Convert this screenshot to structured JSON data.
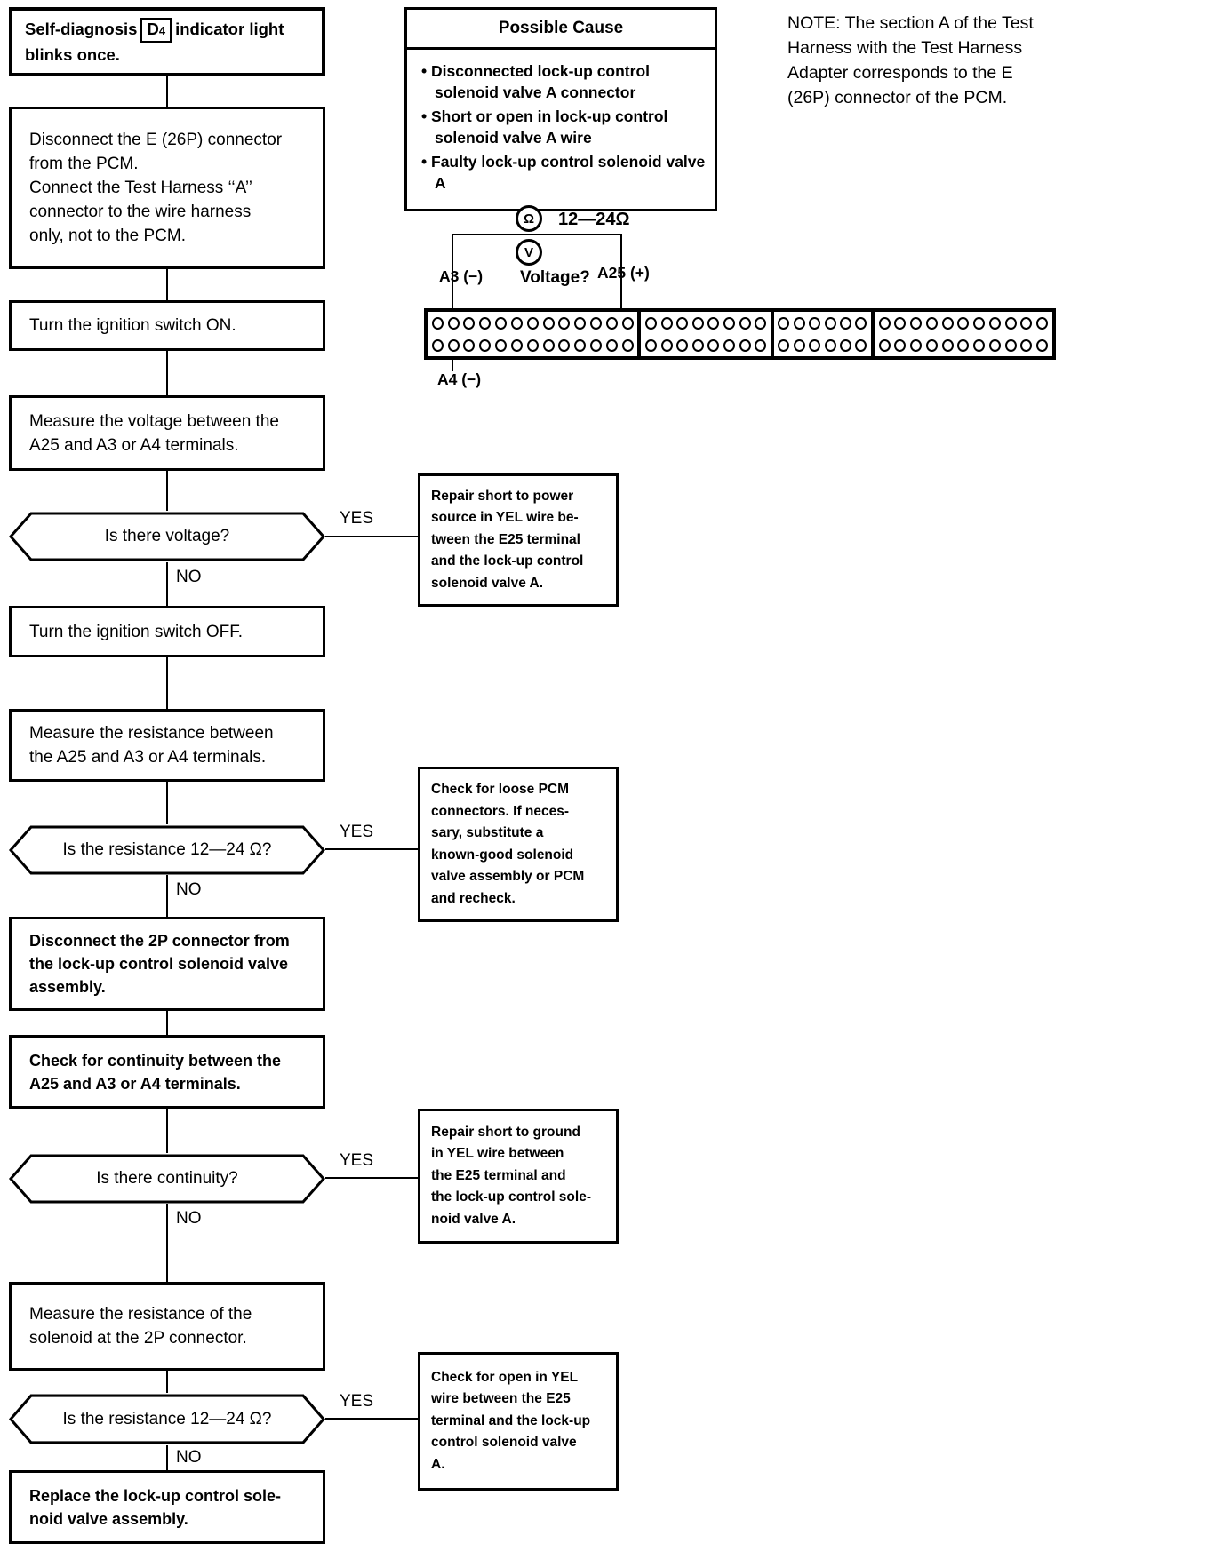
{
  "note_lines": [
    "NOTE:  The section A of the Test",
    "Harness with the Test Harness",
    "Adapter corresponds to the E",
    "(26P) connector of the PCM."
  ],
  "possible_cause": {
    "title": "Possible Cause",
    "items": [
      "Disconnected lock-up control solenoid valve A connector",
      "Short or open in lock-up control solenoid valve A wire",
      "Faulty lock-up control solenoid valve A"
    ]
  },
  "meter": {
    "ohm_symbol": "Ω",
    "volt_symbol": "V",
    "resistance_label": "12—24Ω",
    "voltage_label": "Voltage?",
    "terminal_a3": "A3 (−)",
    "terminal_a25": "A25 (+)",
    "terminal_a4": "A4 (−)"
  },
  "connector": {
    "sections": [
      13,
      8,
      6,
      11
    ]
  },
  "labels": {
    "yes": "YES",
    "no": "NO"
  },
  "flow": {
    "start": {
      "prefix": "Self-diagnosis",
      "code": "D",
      "code_sub": "4",
      "suffix": "indicator light blinks once."
    },
    "step_disconnect_pcm": {
      "lines": [
        "Disconnect the E (26P) connector",
        "from the PCM.",
        "Connect the Test Harness ‘‘A’’",
        "connector to the wire harness",
        "only, not to the PCM."
      ]
    },
    "step_ignition_on": "Turn the ignition switch ON.",
    "step_measure_voltage": {
      "lines": [
        "Measure the voltage between the",
        "A25 and A3 or A4 terminals."
      ]
    },
    "decision_voltage": "Is there voltage?",
    "result_repair_short_power": {
      "lines": [
        "Repair short to power",
        "source in YEL wire be-",
        "tween the E25 terminal",
        "and the lock-up control",
        "solenoid valve A."
      ]
    },
    "step_ignition_off": "Turn the ignition switch OFF.",
    "step_measure_resistance": {
      "lines": [
        "Measure the resistance between",
        "the A25 and A3 or A4 terminals."
      ]
    },
    "decision_resistance_1": "Is the resistance 12—24 Ω?",
    "result_check_loose_pcm": {
      "lines": [
        "Check for loose PCM",
        "connectors. If neces-",
        "sary, substitute a",
        "known-good solenoid",
        "valve assembly or PCM",
        "and recheck."
      ]
    },
    "step_disconnect_2p": {
      "lines": [
        "Disconnect the 2P connector from",
        "the lock-up control solenoid valve",
        "assembly."
      ]
    },
    "step_check_continuity": {
      "lines": [
        "Check for continuity between the",
        "A25 and A3 or A4 terminals."
      ]
    },
    "decision_continuity": "Is there continuity?",
    "result_repair_short_ground": {
      "lines": [
        "Repair short to ground",
        "in YEL wire between",
        "the E25 terminal and",
        "the lock-up control sole-",
        "noid valve A."
      ]
    },
    "step_measure_solenoid": {
      "lines": [
        "Measure the resistance of the",
        "solenoid at the 2P connector."
      ]
    },
    "decision_resistance_2": "Is the resistance 12—24 Ω?",
    "result_check_open": {
      "lines": [
        "Check for open in YEL",
        "wire between the E25",
        "terminal and the lock-up",
        "control solenoid valve",
        "A."
      ]
    },
    "step_replace": {
      "lines": [
        "Replace the lock-up control sole-",
        "noid valve assembly."
      ]
    }
  }
}
